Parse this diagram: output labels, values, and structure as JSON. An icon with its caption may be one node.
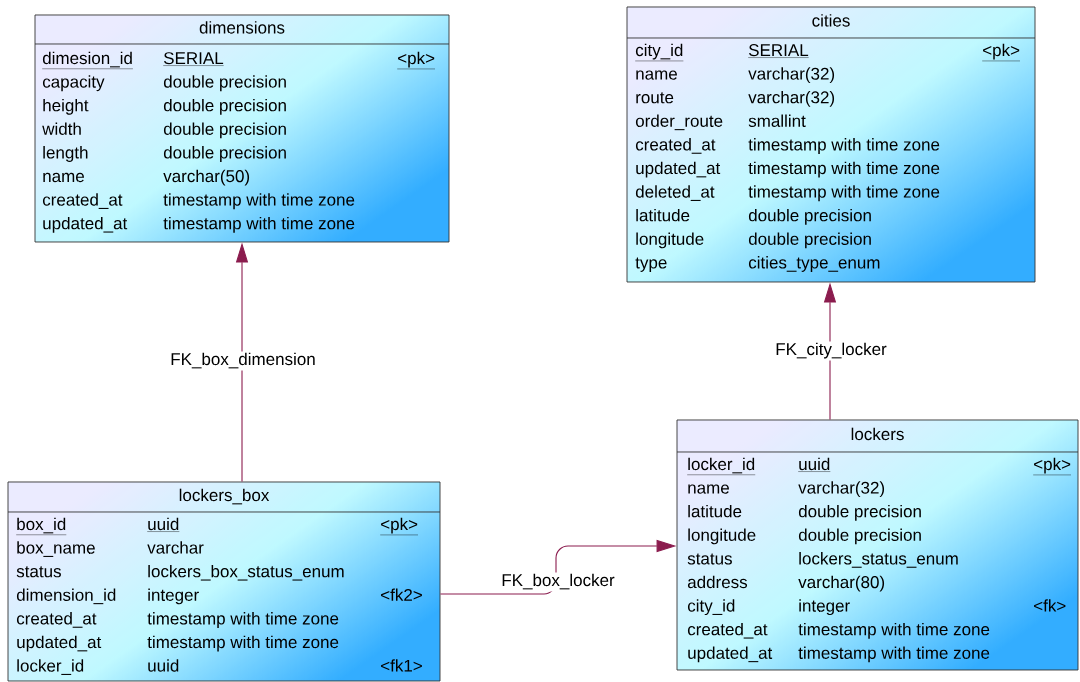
{
  "diagram": {
    "nodes": [
      {
        "text": [
          "dimensions",
          "dimesion_id",
          "SERIAL",
          "<pk>",
          "capacity",
          "double precision",
          "height",
          "double precision",
          "width",
          "double precision",
          "length",
          "double precision",
          "name",
          "varchar(50)",
          "created_at",
          "timestamp with time zone",
          "updated_at",
          "timestamp with time zone"
        ]
      },
      {
        "text": [
          "cities",
          "city_id",
          "SERIAL",
          "<pk>",
          "name",
          "varchar(32)",
          "route",
          "varchar(32)",
          "order_route",
          "smallint",
          "created_at",
          "timestamp with time zone",
          "updated_at",
          "timestamp with time zone",
          "deleted_at",
          "timestamp with time zone",
          "latitude",
          "double precision",
          "longitude",
          "double precision",
          "type",
          "cities_type_enum"
        ]
      },
      {
        "text": [
          "lockers_box",
          "box_id",
          "uuid",
          "<pk>",
          "box_name",
          "varchar",
          "status",
          "lockers_box_status_enum",
          "dimension_id",
          "integer",
          "<fk2>",
          "created_at",
          "timestamp with time zone",
          "updated_at",
          "timestamp with time zone",
          "locker_id",
          "uuid",
          "<fk1>"
        ]
      },
      {
        "text": [
          "lockers",
          "locker_id",
          "uuid",
          "<pk>",
          "name",
          "varchar(32)",
          "latitude",
          "double precision",
          "longitude",
          "double precision",
          "status",
          "lockers_status_enum",
          "address",
          "varchar(80)",
          "city_id",
          "integer",
          "<fk>",
          "created_at",
          "timestamp with time zone",
          "updated_at",
          "timestamp with time zone"
        ]
      }
    ],
    "edges": [
      {
        "from": 2,
        "to": 0,
        "arrow": "to",
        "label": "FK_box_dimension"
      },
      {
        "from": 3,
        "to": 1,
        "arrow": "to",
        "label": "FK_city_locker"
      },
      {
        "from": 2,
        "to": 3,
        "arrow": "to",
        "label": "FK_box_locker"
      }
    ]
  }
}
